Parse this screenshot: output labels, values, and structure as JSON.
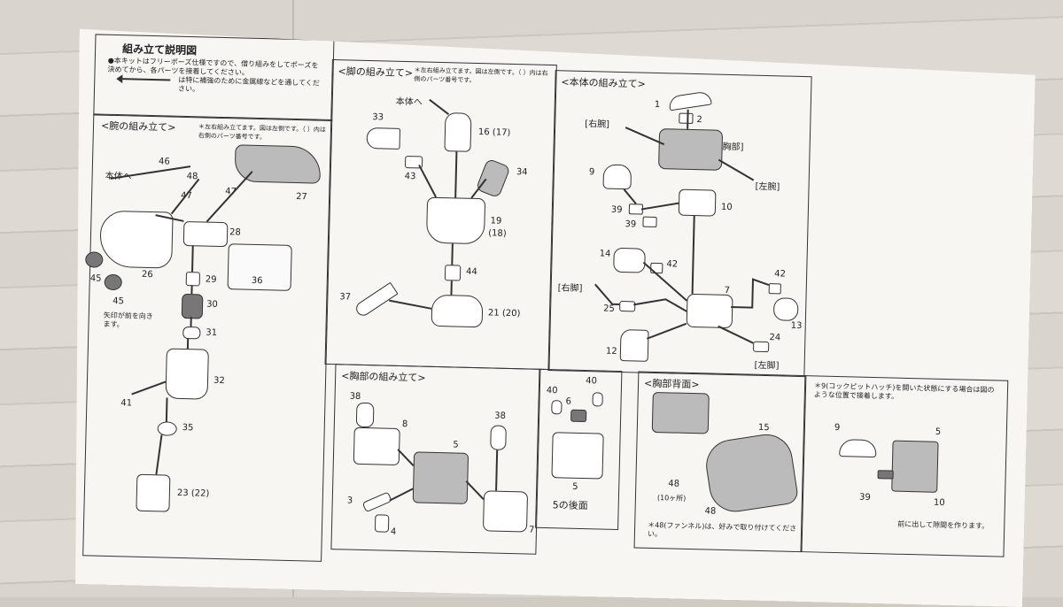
{
  "header": {
    "title": "組み立て説明図",
    "note1": "●本キットはフリーポーズ仕様ですので、借り組みをしてポーズを決めてから、各パーツを接着してください。",
    "note2": "は特に補強のために金属線などを通してください。"
  },
  "arm": {
    "title": "<腕の組み立て>",
    "note": "＊左右組み立てます。図は左側です。（ ）内は右側のパーツ番号です。",
    "to_body": "本体へ",
    "arrow_note": "矢印が前を向きます。",
    "parts": [
      "46",
      "48",
      "47",
      "47",
      "27",
      "28",
      "26",
      "45",
      "45",
      "29",
      "30",
      "31",
      "32",
      "41",
      "35",
      "36",
      "23 (22)"
    ]
  },
  "leg": {
    "title": "<脚の組み立て>",
    "note": "＊左右組み立てます。図は左側です。（ ）内は右側のパーツ番号です。",
    "to_body": "本体へ",
    "parts": [
      "16 (17)",
      "33",
      "43",
      "34",
      "19",
      "(18)",
      "44",
      "37",
      "21 (20)"
    ]
  },
  "body": {
    "title": "<本体の組み立て>",
    "chest_label": "[胸部]",
    "right_arm": "[右腕]",
    "left_arm": "[左腕]",
    "right_leg": "[右脚]",
    "left_leg": "[左脚]",
    "parts": [
      "1",
      "2",
      "9",
      "39",
      "39",
      "10",
      "14",
      "42",
      "42",
      "7",
      "25",
      "13",
      "12",
      "24"
    ]
  },
  "chest": {
    "title": "<胸部の組み立て>",
    "parts": [
      "38",
      "8",
      "5",
      "38",
      "3",
      "4",
      "7"
    ]
  },
  "back5": {
    "label": "5の後面",
    "parts": [
      "40",
      "40",
      "6",
      "5"
    ]
  },
  "chest_back": {
    "title": "<胸部背面>",
    "parts": [
      "15",
      "48",
      "(10ヶ所)",
      "48"
    ],
    "note": "＊48(ファンネル)は、好みで取り付けてください。"
  },
  "cockpit": {
    "note": "＊9(コックピットハッチ)を開いた状態にする場合は図のような位置で接着します。",
    "parts": [
      "9",
      "5",
      "39",
      "10"
    ],
    "bottom_note": "前に出して隙間を作ります。"
  }
}
